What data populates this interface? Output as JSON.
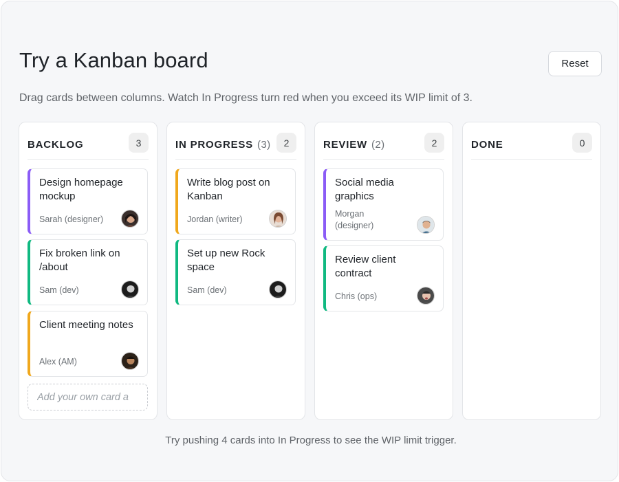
{
  "page": {
    "title": "Try a Kanban board",
    "reset_label": "Reset",
    "subtitle": "Drag cards between columns. Watch In Progress turn red when you exceed its WIP limit of 3.",
    "footer_hint": "Try pushing 4 cards into In Progress to see the WIP limit trigger."
  },
  "colors": {
    "purple_accent": "#8b5cf6",
    "green_accent": "#10b981",
    "amber_accent": "#f0a81d"
  },
  "columns": [
    {
      "title": "BACKLOG",
      "wip": "",
      "count": "3",
      "cards": [
        {
          "title": "Design homepage mockup",
          "owner": "Sarah (designer)",
          "accent": "#8b5cf6",
          "avatar": "avatar-woman-icon"
        },
        {
          "title": "Fix broken link on /about",
          "owner": "Sam (dev)",
          "accent": "#10b981",
          "avatar": "avatar-man-icon"
        },
        {
          "title": "Client meeting notes",
          "owner": "Alex (AM)",
          "accent": "#f0a81d",
          "avatar": "avatar-man-icon"
        }
      ],
      "add_placeholder": "Add your own card a"
    },
    {
      "title": "IN PROGRESS",
      "wip": "(3)",
      "count": "2",
      "cards": [
        {
          "title": "Write blog post on Kanban",
          "owner": "Jordan (writer)",
          "accent": "#f0a81d",
          "avatar": "avatar-woman-icon"
        },
        {
          "title": "Set up new Rock space",
          "owner": "Sam (dev)",
          "accent": "#10b981",
          "avatar": "avatar-man-icon"
        }
      ]
    },
    {
      "title": "REVIEW",
      "wip": "(2)",
      "count": "2",
      "cards": [
        {
          "title": "Social media graphics",
          "owner": "Morgan (designer)",
          "accent": "#8b5cf6",
          "avatar": "avatar-man-icon"
        },
        {
          "title": "Review client contract",
          "owner": "Chris (ops)",
          "accent": "#10b981",
          "avatar": "avatar-man-icon"
        }
      ]
    },
    {
      "title": "DONE",
      "wip": "",
      "count": "0",
      "cards": []
    }
  ]
}
